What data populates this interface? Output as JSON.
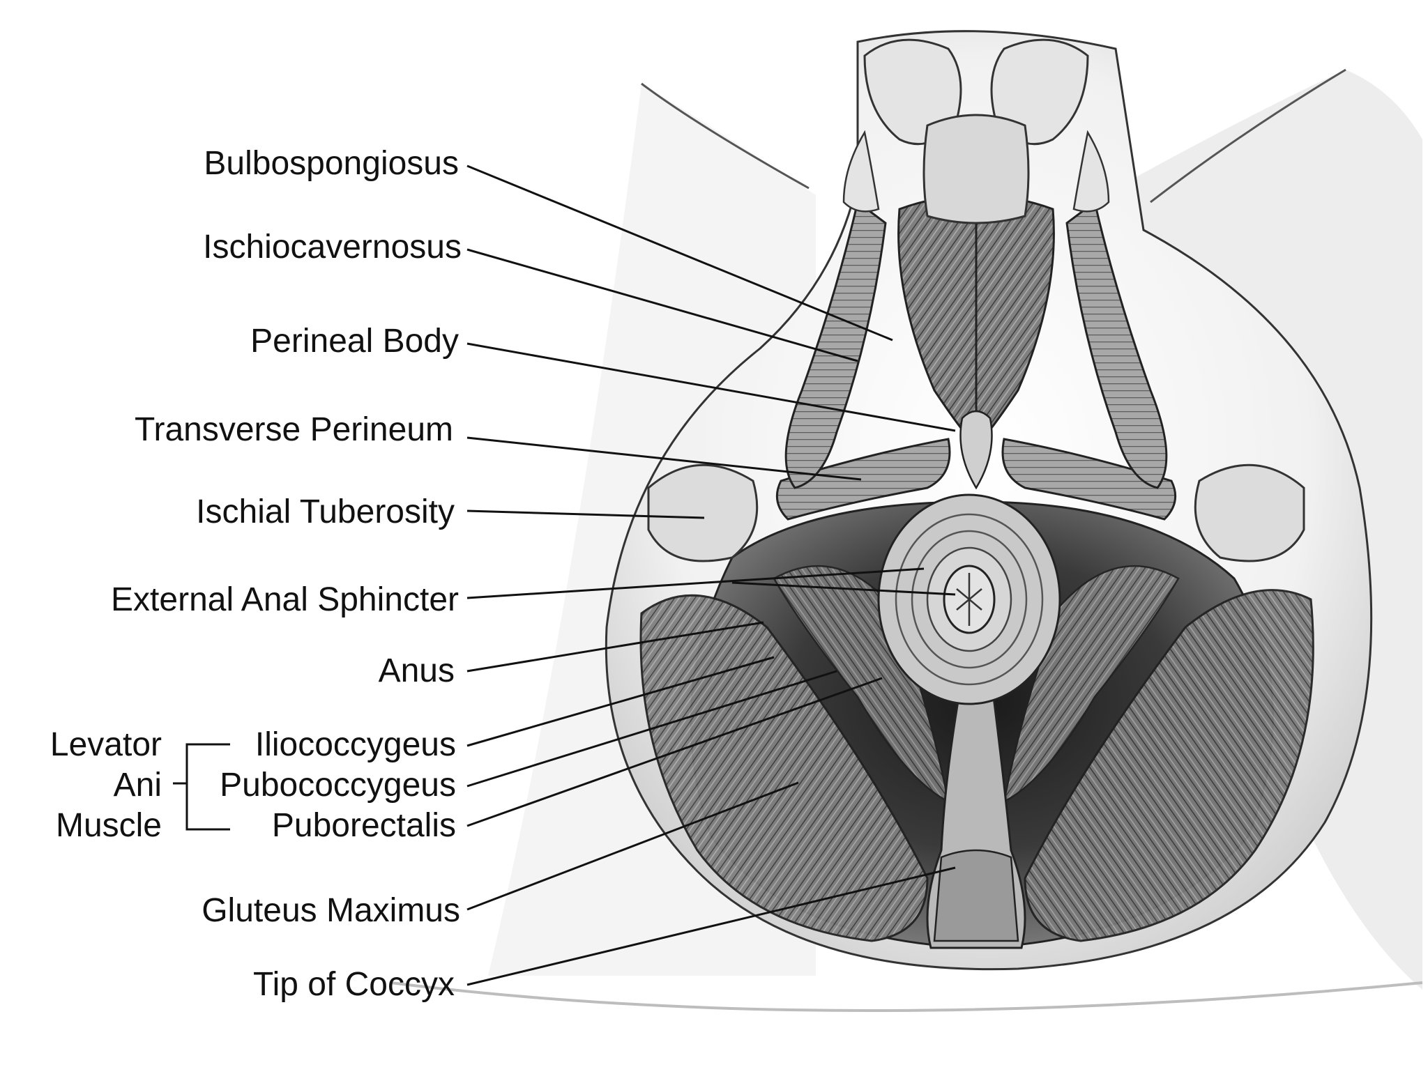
{
  "labels": {
    "bulbospongiosus": "Bulbospongiosus",
    "ischiocavernosus": "Ischiocavernosus",
    "perineal_body": "Perineal Body",
    "transverse_perineum": "Transverse Perineum",
    "ischial_tuberosity": "Ischial Tuberosity",
    "external_anal_sphincter": "External Anal Sphincter",
    "anus": "Anus",
    "iliococcygeus": "Iliococcygeus",
    "pubococcygeus": "Pubococcygeus",
    "puborectalis": "Puborectalis",
    "gluteus_maximus": "Gluteus Maximus",
    "tip_of_coccyx": "Tip of Coccyx"
  },
  "group": {
    "line1": "Levator",
    "line2": "Ani",
    "line3": "Muscle"
  }
}
